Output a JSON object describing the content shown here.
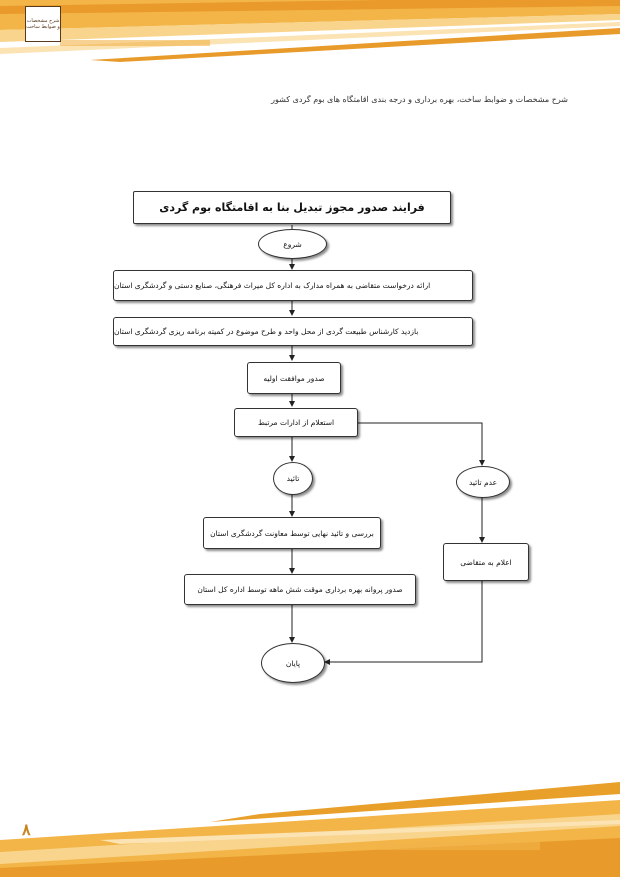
{
  "header": {
    "logo_text": "شرح مشخصات و ضوابط ساخت",
    "running_title": "شرح مشخصات و ضوابط ساخت، بهره برداری و درجه بندی اقامتگاه های بوم گردی کشور"
  },
  "flowchart": {
    "title": "فرایند صدور مجوز تبدیل بنا به اقامتگاه  بوم گردی",
    "start": "شروع",
    "step1": "ارائه درخواست متقاضی به همراه مدارک به اداره کل میراث فرهنگی، صنایع دستی و گردشگری استان",
    "step2": "بازدید کارشناس طبیعت گردی از محل واحد و طرح موضوع در کمیته برنامه ریزی گردشگری استان",
    "step3": "صدور موافقت اولیه",
    "step4": "استعلام از ادارات مرتبط",
    "approve": "تائید",
    "reject": "عدم تائید",
    "step5": "بررسی و تائید نهایی توسط معاونت گردشگری استان",
    "step6": "صدور پروانه بهره برداری موقت شش ماهه توسط اداره کل استان",
    "notify": "اعلام به متقاضی",
    "end": "پایان"
  },
  "footer": {
    "page_number": "۸"
  },
  "colors": {
    "accent": "#e8a02a",
    "accent_light": "#f6cf83",
    "page_number": "#c8851f"
  }
}
